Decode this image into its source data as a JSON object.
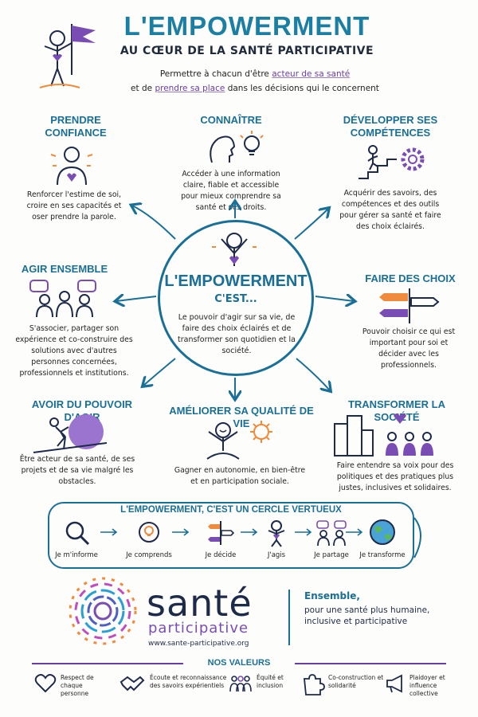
{
  "header": {
    "title": "L'EMPOWERMENT",
    "subtitle": "AU CŒUR DE LA SANTÉ PARTICIPATIVE",
    "intro_line1_a": "Permettre à chacun d'être ",
    "intro_line1_hl": "acteur de sa santé",
    "intro_line2_a": "et de ",
    "intro_line2_hl": "prendre sa place",
    "intro_line2_b": " dans les décisions qui le concernent"
  },
  "sections": {
    "confiance": {
      "title": "PRENDRE CONFIANCE",
      "text": "Renforcer l'estime de soi, croire en ses capacités et oser prendre la parole."
    },
    "connaitre": {
      "title": "CONNAÎTRE",
      "text": "Accéder à une information claire, fiable et accessible pour mieux comprendre sa santé et ses droits."
    },
    "competences": {
      "title": "DÉVELOPPER SES COMPÉTENCES",
      "text": "Acquérir des savoirs, des compétences et des outils pour gérer sa santé et faire des choix éclairés."
    },
    "ensemble": {
      "title": "AGIR ENSEMBLE",
      "text": "S'associer, partager son expérience et co-construire des solutions avec d'autres personnes concernées, professionnels et institutions."
    },
    "choix": {
      "title": "FAIRE DES CHOIX",
      "text": "Pouvoir choisir ce qui est important pour soi et décider avec les professionnels."
    },
    "pouvoir": {
      "title": "AVOIR DU POUVOIR D'AGIR",
      "text": "Être acteur de sa santé, de ses projets et de sa vie malgré les obstacles."
    },
    "qualite": {
      "title": "AMÉLIORER SA QUALITÉ DE VIE",
      "text": "Gagner en autonomie, en bien-être et en participation sociale."
    },
    "societe": {
      "title": "TRANSFORMER LA SOCIÉTÉ",
      "text": "Faire entendre sa voix pour des politiques et des pratiques plus justes, inclusives et solidaires."
    }
  },
  "center": {
    "title": "L'EMPOWERMENT",
    "subtitle": "C'EST...",
    "text": "Le pouvoir d'agir sur sa vie, de faire des choix éclairés et de transformer son quotidien et la société."
  },
  "cycle": {
    "title": "L'EMPOWERMENT, C'EST UN CERCLE VERTUEUX",
    "steps": [
      "Je m'informe",
      "Je comprends",
      "Je décide",
      "J'agis",
      "Je partage",
      "Je transforme"
    ]
  },
  "logo": {
    "word": "santé",
    "sub": "participative",
    "url": "www.sante-participative.org"
  },
  "ensemble_block": {
    "title": "Ensemble,",
    "text": "pour une santé plus humaine, inclusive et participative"
  },
  "values": {
    "title": "NOS VALEURS",
    "items": [
      {
        "text": "Respect de chaque personne",
        "icon": "heart-icon"
      },
      {
        "text": "Écoute et reconnaissance des savoirs expérientiels",
        "icon": "handshake-icon"
      },
      {
        "text": "Équité et inclusion",
        "icon": "group-icon"
      },
      {
        "text": "Co-construction et solidarité",
        "icon": "puzzle-icon"
      },
      {
        "text": "Plaidoyer et influence collective",
        "icon": "megaphone-icon"
      }
    ]
  },
  "colors": {
    "teal": "#1a6f96",
    "purple": "#6a3ea1",
    "orange": "#f08a3c"
  }
}
